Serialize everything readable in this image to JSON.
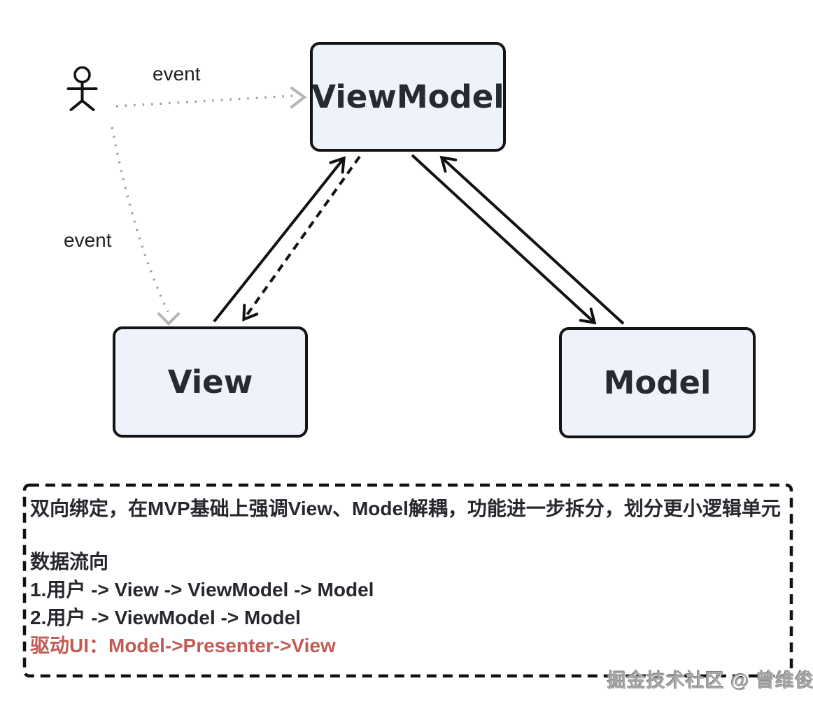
{
  "diagram": {
    "nodes": [
      {
        "id": "viewmodel",
        "label": "ViewModel"
      },
      {
        "id": "view",
        "label": "View"
      },
      {
        "id": "model",
        "label": "Model"
      }
    ],
    "event_labels": [
      {
        "text": "event"
      },
      {
        "text": "event"
      }
    ],
    "icons": {
      "actor": "stick-figure-person-icon",
      "arrowheads": "open-chevron-arrowhead"
    },
    "edges": [
      {
        "from": "user",
        "to": "ViewModel",
        "style": "dotted-gray",
        "label": "event"
      },
      {
        "from": "user",
        "to": "View",
        "style": "dotted-gray",
        "label": "event"
      },
      {
        "from": "View",
        "to": "ViewModel",
        "style": "solid"
      },
      {
        "from": "ViewModel",
        "to": "View",
        "style": "dashed"
      },
      {
        "from": "ViewModel",
        "to": "Model",
        "style": "solid"
      },
      {
        "from": "Model",
        "to": "ViewModel",
        "style": "solid"
      }
    ],
    "colors": {
      "node_fill": "#eef2fb",
      "node_border": "#141414",
      "node_text": "#262a33",
      "edge_black": "#111111",
      "edge_dotted_gray": "#9e9e9e",
      "note_text": "#26282e",
      "accent_red": "#c25b55",
      "watermark_gray": "#a8a8a8"
    }
  },
  "notes": {
    "summary": "双向绑定，在MVP基础上强调View、Model解耦，功能进一步拆分，划分更小逻辑单元",
    "flow_heading": "数据流向",
    "flows": [
      "1.用户 -> View -> ViewModel -> Model",
      "2.用户 -> ViewModel -> Model"
    ],
    "drive_ui": "驱动UI：Model->Presenter->View"
  },
  "watermark": "掘金技术社区 @ 曾维俊"
}
